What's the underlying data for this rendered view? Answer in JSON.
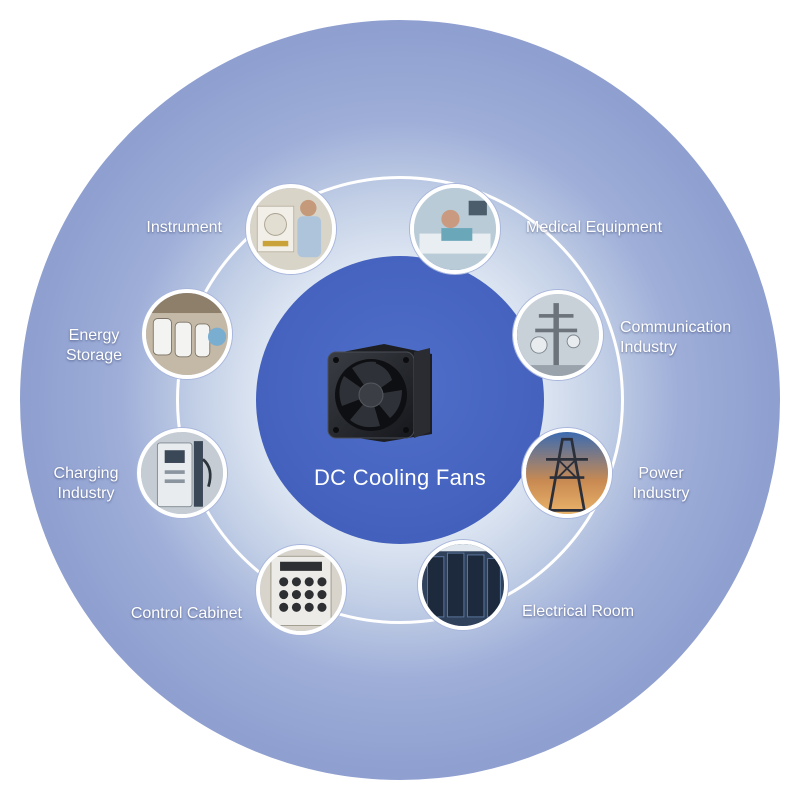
{
  "center": {
    "title": "DC Cooling Fans",
    "icon": "fan-icon"
  },
  "colors": {
    "outer": "#8a9bce",
    "center": "#4563bf",
    "ring": "#ffffff",
    "text": "#ffffff"
  },
  "applications": [
    {
      "id": "instrument",
      "lines": [
        "Instrument"
      ],
      "icon": "instrument-icon"
    },
    {
      "id": "medical",
      "lines": [
        "Medical Equipment"
      ],
      "icon": "medical-icon"
    },
    {
      "id": "communication",
      "lines": [
        "Communication",
        "Industry"
      ],
      "icon": "antenna-icon"
    },
    {
      "id": "power",
      "lines": [
        "Power",
        "Industry"
      ],
      "icon": "power-tower-icon"
    },
    {
      "id": "electrical",
      "lines": [
        "Electrical Room"
      ],
      "icon": "server-rack-icon"
    },
    {
      "id": "control",
      "lines": [
        "Control Cabinet"
      ],
      "icon": "cabinet-icon"
    },
    {
      "id": "charging",
      "lines": [
        "Charging",
        "Industry"
      ],
      "icon": "charger-icon"
    },
    {
      "id": "energy",
      "lines": [
        "Energy",
        "Storage"
      ],
      "icon": "battery-icon"
    }
  ]
}
